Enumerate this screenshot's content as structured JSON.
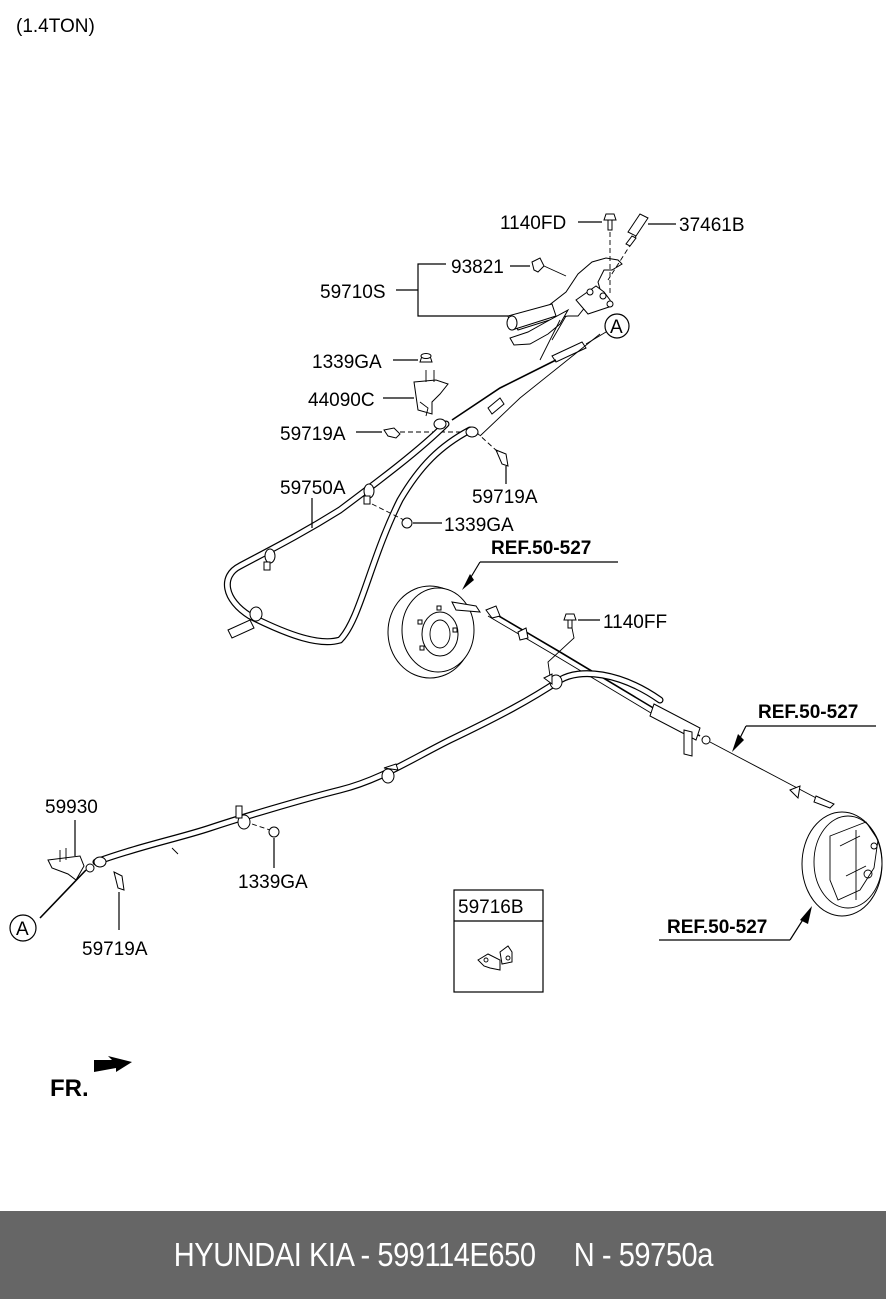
{
  "diagram": {
    "variant_note": "(1.4TON)",
    "parts": {
      "p1140FD": "1140FD",
      "p37461B": "37461B",
      "p93821": "93821",
      "p59710S": "59710S",
      "p1339GA_top": "1339GA",
      "p44090C": "44090C",
      "p59719A_left": "59719A",
      "p59719A_right": "59719A",
      "p59750A": "59750A",
      "p1339GA_mid": "1339GA",
      "p1140FF": "1140FF",
      "p59930": "59930",
      "p1339GA_low": "1339GA",
      "p59719A_low": "59719A",
      "p59716B": "59716B"
    },
    "references": {
      "ref_left_drum": "REF.50-527",
      "ref_cable_end": "REF.50-527",
      "ref_right_drum": "REF.50-527"
    },
    "connector_marks": {
      "top": "A",
      "bottom": "A"
    },
    "direction": {
      "label": "FR.",
      "icon": "front-arrow-icon"
    }
  },
  "footer": {
    "text": "HYUNDAI KIA - 599114E650     N - 59750a",
    "background": "#666666",
    "color": "#ffffff"
  }
}
